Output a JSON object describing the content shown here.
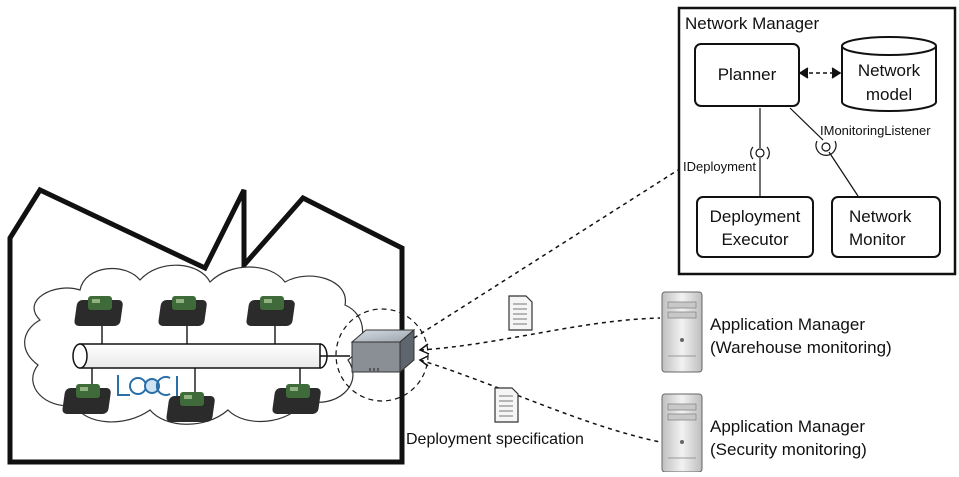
{
  "network_manager": {
    "title": "Network Manager",
    "components": {
      "planner": "Planner",
      "network_model_line1": "Network",
      "network_model_line2": "model",
      "deployment_executor_line1": "Deployment",
      "deployment_executor_line2": "Executor",
      "network_monitor_line1": "Network",
      "network_monitor_line2": "Monitor"
    },
    "interfaces": {
      "deployment": "IDeployment",
      "monitoring_listener": "IMonitoringListener"
    }
  },
  "application_managers": [
    {
      "line1": "Application Manager",
      "line2": "(Warehouse monitoring)"
    },
    {
      "line1": "Application Manager",
      "line2": "(Security monitoring)"
    }
  ],
  "deployment_spec_label": "Deployment specification",
  "logo_text": "LooCI",
  "colors": {
    "stroke": "#111111",
    "server_body": "#d9d9d9",
    "gateway_body": "#8a8f96",
    "node_body": "#2b2b2b",
    "node_board": "#3f6b3a",
    "logo": "#2a6fa8"
  }
}
